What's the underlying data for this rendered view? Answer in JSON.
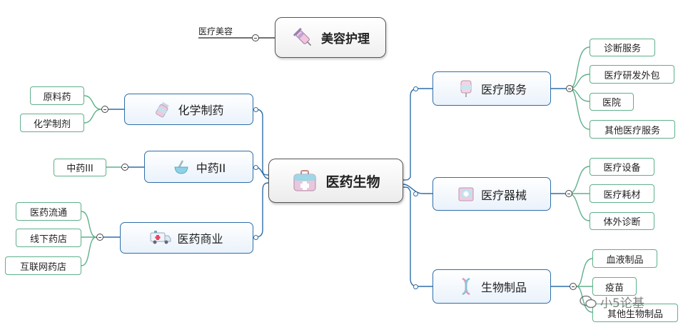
{
  "central": {
    "label": "医药生物",
    "icon": "medical-kit-icon"
  },
  "top_branch": {
    "label": "美容护理",
    "icon": "syringe-icon",
    "child": "医疗美容"
  },
  "left_branches": [
    {
      "label": "化学制药",
      "icon": "pill-bottle-icon",
      "children": [
        "原料药",
        "化学制剂"
      ]
    },
    {
      "label": "中药II",
      "icon": "mortar-pestle-icon",
      "children": [
        "中药III"
      ]
    },
    {
      "label": "医药商业",
      "icon": "ambulance-icon",
      "children": [
        "医药流通",
        "线下药店",
        "互联网药店"
      ]
    }
  ],
  "right_branches": [
    {
      "label": "医疗服务",
      "icon": "iv-bag-icon",
      "children": [
        "诊断服务",
        "医疗研发外包",
        "医院",
        "其他医疗服务"
      ]
    },
    {
      "label": "医疗器械",
      "icon": "medical-box-icon",
      "children": [
        "医疗设备",
        "医疗耗材",
        "体外诊断"
      ]
    },
    {
      "label": "生物制品",
      "icon": "dna-icon",
      "children": [
        "血液制品",
        "疫苗",
        "其他生物制品"
      ]
    }
  ],
  "watermark": {
    "text": "小5论基",
    "icon": "wechat-icon"
  },
  "colors": {
    "main_line": "#2f6fa8",
    "sub_line": "#5fb08a",
    "main_border": "#2f6fa8",
    "sub_border": "#5fb08a"
  }
}
